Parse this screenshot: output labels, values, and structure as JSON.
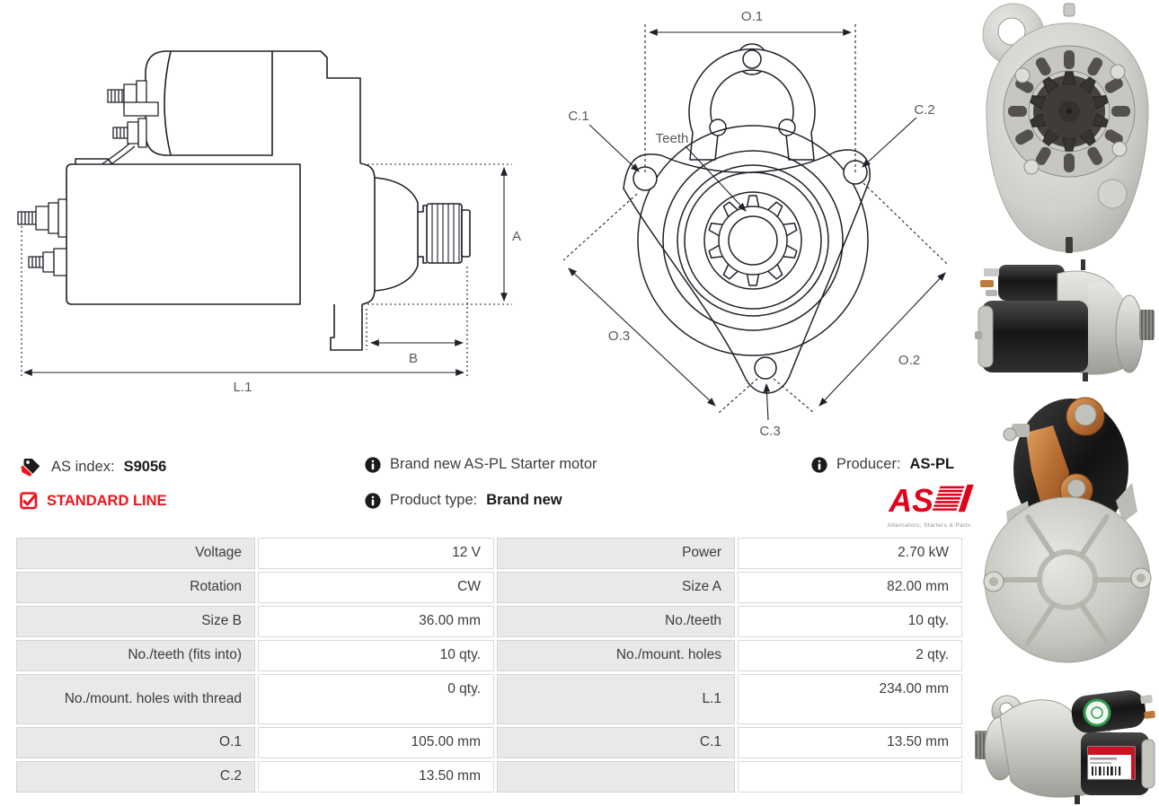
{
  "info": {
    "as_index_label": "AS index:",
    "as_index_value": "S9056",
    "standard_line": "STANDARD LINE",
    "description": "Brand new AS-PL Starter motor",
    "product_type_label": "Product type:",
    "product_type_value": "Brand new",
    "producer_label": "Producer:",
    "producer_value": "AS-PL",
    "logo_text": "AS",
    "logo_tagline": "Alternators, Starters & Parts"
  },
  "drawings": {
    "side_view": {
      "dim_a": "A",
      "dim_b": "B",
      "dim_l1": "L.1"
    },
    "front_view": {
      "dim_o1": "O.1",
      "dim_o2": "O.2",
      "dim_o3": "O.3",
      "dim_c1": "C.1",
      "dim_c2": "C.2",
      "dim_c3": "C.3",
      "teeth_label": "Teeth"
    }
  },
  "spec_table": {
    "rows": [
      {
        "l1": "Voltage",
        "v1": "12 V",
        "l2": "Power",
        "v2": "2.70 kW"
      },
      {
        "l1": "Rotation",
        "v1": "CW",
        "l2": "Size A",
        "v2": "82.00 mm"
      },
      {
        "l1": "Size B",
        "v1": "36.00 mm",
        "l2": "No./teeth",
        "v2": "10 qty."
      },
      {
        "l1": "No./teeth (fits into)",
        "v1": "10 qty.",
        "l2": "No./mount. holes",
        "v2": "2 qty."
      },
      {
        "l1": "No./mount. holes with thread",
        "v1": "0 qty.",
        "l2": "L.1",
        "v2": "234.00 mm"
      },
      {
        "l1": "O.1",
        "v1": "105.00 mm",
        "l2": "C.1",
        "v2": "13.50 mm"
      },
      {
        "l1": "C.2",
        "v1": "13.50 mm",
        "l2": "",
        "v2": ""
      }
    ]
  },
  "colors": {
    "accent_red": "#f0131a",
    "logo_red": "#e2001a",
    "line_art": "#20202a",
    "table_label_bg": "#e9e9e9"
  }
}
